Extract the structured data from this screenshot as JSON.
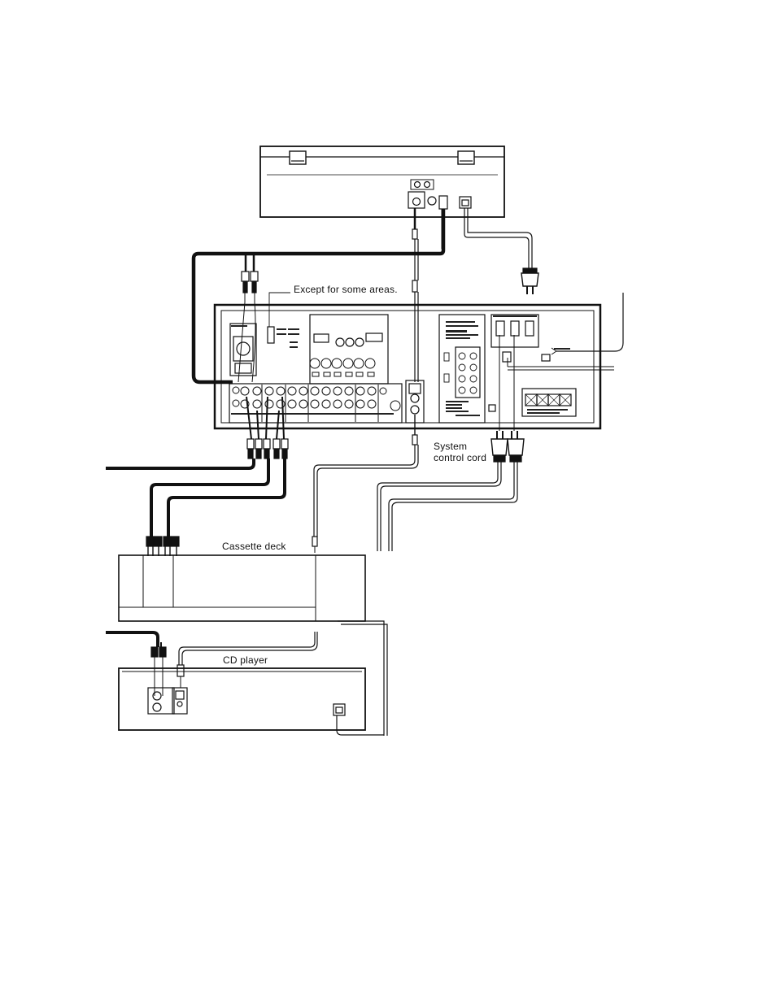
{
  "labels": {
    "except_note": "Except for some areas.",
    "system_control_cord_line1": "System",
    "system_control_cord_line2": "control cord",
    "cassette_deck": "Cassette deck",
    "cd_player": "CD player"
  },
  "colors": {
    "line": "#111111",
    "background": "#ffffff"
  },
  "icons": [
    "rca-plug-icon",
    "power-plug-icon",
    "control-jack-icon",
    "speaker-terminal-icon"
  ]
}
